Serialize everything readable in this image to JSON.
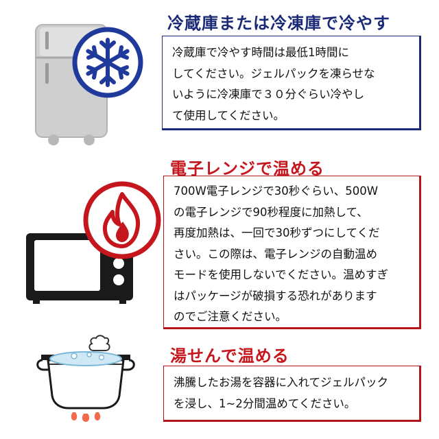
{
  "colors": {
    "blue_accent": "#1b2a78",
    "red_accent": "#c4161c",
    "fridge_gray": "#c9c9c9",
    "microwave_black": "#1a1a1a"
  },
  "sections": {
    "fridge": {
      "heading": "冷蔵庫または冷凍庫で冷やす",
      "body": "冷蔵庫で冷やす時間は最低1時間に\nしてください。ジェルパックを凍らせな\nいように冷凍庫で３０分ぐらい冷やし\nて使用してください。",
      "icons": [
        "refrigerator-icon",
        "snowflake-icon"
      ]
    },
    "microwave": {
      "heading": "電子レンジで温める",
      "body": "700W電子レンジで30秒ぐらい、500W\nの電子レンジで90秒程度に加熱して、\n再度加熱は、一回で30秒ずつにしてくだ\nさい。この際は、電子レンジの自動温め\nモードを使用しないでください。温めすぎ\nはパッケージが破損する恐れがあります\nのでご注意ください。",
      "icons": [
        "microwave-icon",
        "flame-icon"
      ]
    },
    "pot": {
      "heading": "湯せんで温める",
      "body": "沸騰したお湯を容器に入れてジェルパック\nを浸し、1~2分間温めてください。",
      "icons": [
        "boiling-pot-icon"
      ]
    }
  }
}
